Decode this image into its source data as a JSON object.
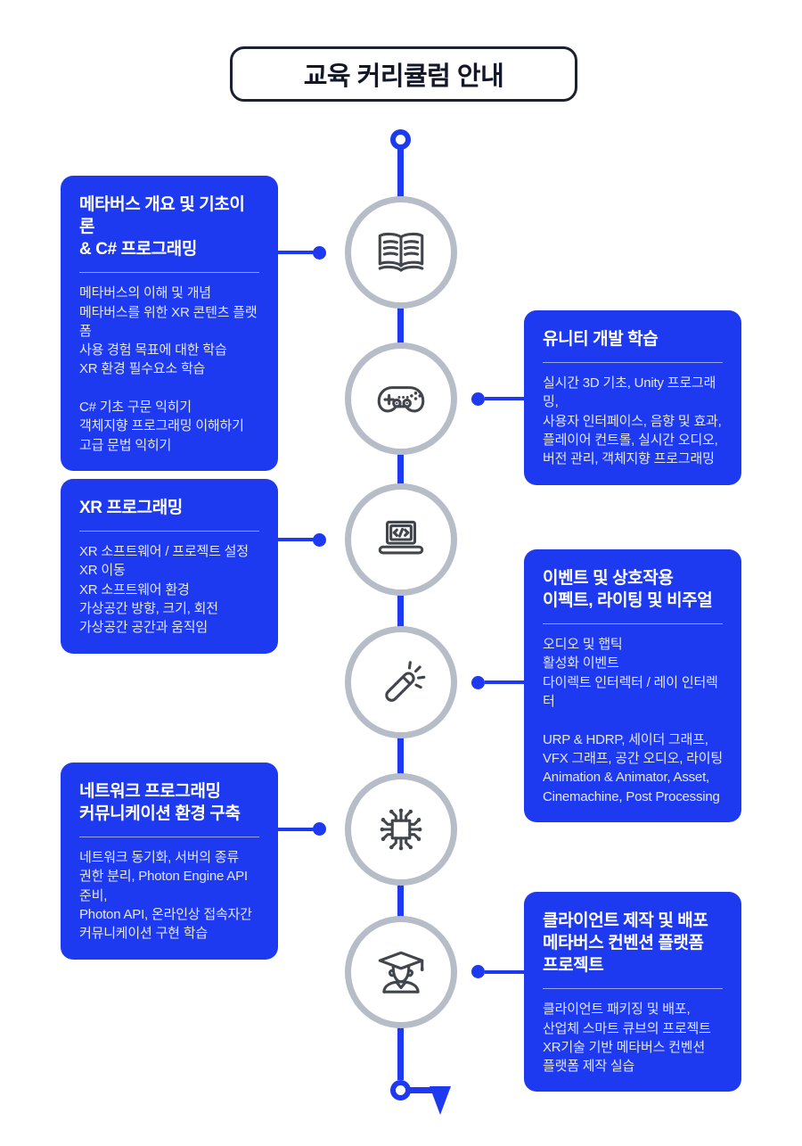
{
  "header": {
    "title": "교육 커리큘럼 안내"
  },
  "colors": {
    "accent_blue": "#1E3AF0",
    "panel_blue": "#1E3AF0",
    "circle_border_gray": "#B6BCC8",
    "icon_gray": "#41454C",
    "title_outline": "#1B2130",
    "background": "#FFFFFF"
  },
  "timeline": {
    "start_marker": "ring",
    "end_marker": "arrow-down",
    "node_icons": [
      "open-book-icon",
      "gamepad-icon",
      "laptop-code-icon",
      "magic-wand-icon",
      "chip-icon",
      "graduate-icon"
    ]
  },
  "steps": [
    {
      "side": "left",
      "icon": "open-book-icon",
      "title": "메타버스 개요 및 기초이론\n& C# 프로그래밍",
      "details": "메타버스의 이해 및 개념\n메타버스를 위한 XR 콘텐츠 플랫폼\n사용 경험 목표에 대한 학습\nXR 환경 필수요소 학습\n\nC# 기초 구문 익히기\n객체지향 프로그래밍 이해하기\n고급 문법 익히기"
    },
    {
      "side": "right",
      "icon": "gamepad-icon",
      "title": "유니티 개발 학습",
      "details": "실시간 3D 기초, Unity 프로그래밍,\n사용자 인터페이스, 음향 및 효과,\n플레이어 컨트롤, 실시간 오디오,\n버전 관리, 객체지향 프로그래밍"
    },
    {
      "side": "left",
      "icon": "laptop-code-icon",
      "title": "XR 프로그래밍",
      "details": "XR 소프트웨어 / 프로젝트 설정\nXR 이동\nXR 소프트웨어 환경\n가상공간 방향, 크기, 회전\n가상공간 공간과 움직임"
    },
    {
      "side": "right",
      "icon": "magic-wand-icon",
      "title": "이벤트 및 상호작용\n이펙트, 라이팅 및 비주얼",
      "details": "오디오 및 햅틱\n활성화 이벤트\n다이렉트 인터렉터 / 레이 인터렉터\n\nURP & HDRP, 세이더 그래프,\nVFX 그래프, 공간 오디오, 라이팅\nAnimation & Animator, Asset,\nCinemachine, Post Processing"
    },
    {
      "side": "left",
      "icon": "chip-icon",
      "title": "네트워크 프로그래밍\n커뮤니케이션 환경 구축",
      "details": "네트워크 동기화, 서버의 종류\n권한 분리, Photon Engine API 준비,\nPhoton API, 온라인상 접속자간\n커뮤니케이션 구현 학습"
    },
    {
      "side": "right",
      "icon": "graduate-icon",
      "title": "클라이언트 제작 및 배포\n메타버스 컨벤션 플랫폼 프로젝트",
      "details": "클라이언트 패키징 및 배포,\n산업체 스마트 큐브의 프로젝트\nXR기술 기반 메타버스 컨벤션\n플랫폼 제작 실습"
    }
  ]
}
